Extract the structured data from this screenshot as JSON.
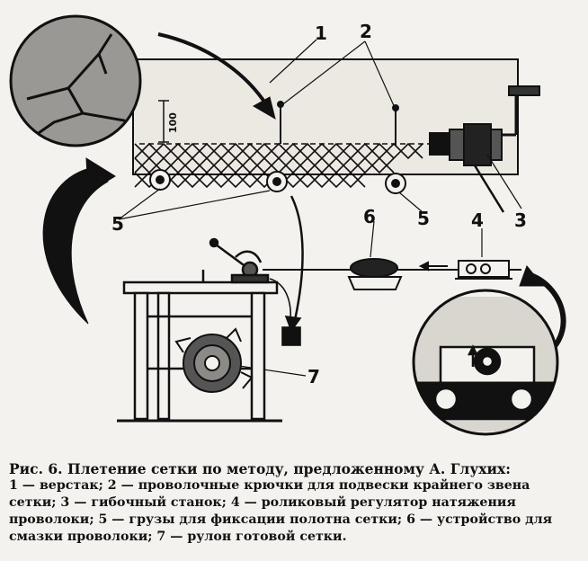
{
  "figure": {
    "callouts": [
      "1",
      "2",
      "3",
      "4",
      "5",
      "5",
      "6",
      "7"
    ],
    "dimension_label": "100"
  },
  "caption": {
    "title": "Рис. 6. Плетение сетки по методу, предложенному А. Глухих:",
    "body": "1 — верстак; 2 — проволочные крючки для подвески крайнего звена сетки; 3 — гибочный станок; 4 — роликовый регулятор натяжения проволоки; 5 — грузы для фиксации полотна сетки; 6 — устройство для смазки проволоки; 7 — рулон готовой сетки."
  }
}
